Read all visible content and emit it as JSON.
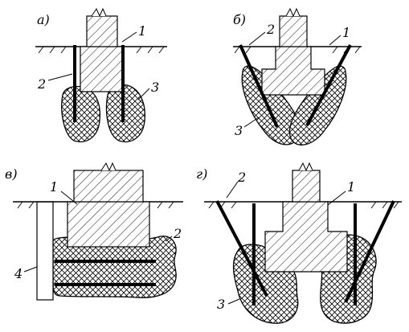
{
  "panels": {
    "a": {
      "title": "а)",
      "labels": {
        "n1": "1",
        "n2": "2",
        "n3": "3"
      }
    },
    "b": {
      "title": "б)",
      "labels": {
        "n1": "1",
        "n2": "2",
        "n3": "3"
      }
    },
    "v": {
      "title": "в)",
      "labels": {
        "n1": "1",
        "n2": "2",
        "n4": "4"
      }
    },
    "g": {
      "title": "г)",
      "labels": {
        "n1": "1",
        "n2": "2",
        "n3": "3"
      }
    }
  }
}
